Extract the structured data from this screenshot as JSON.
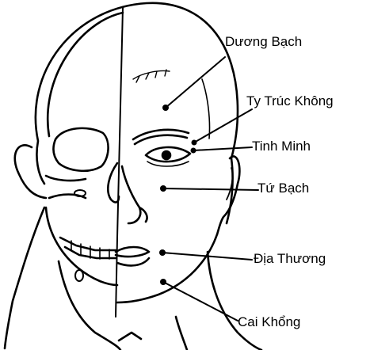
{
  "points": [
    {
      "id": "duong-bach",
      "label": "Dương Bạch"
    },
    {
      "id": "ty-truc-khong",
      "label": "Ty Trúc Không"
    },
    {
      "id": "tinh-minh",
      "label": "Tinh Minh"
    },
    {
      "id": "tu-bach",
      "label": "Tứ Bạch"
    },
    {
      "id": "dia-thuong",
      "label": "Địa Thương"
    },
    {
      "id": "cai-khong",
      "label": "Cai Khổng"
    }
  ],
  "colors": {
    "ink": "#000000",
    "background": "#ffffff"
  }
}
